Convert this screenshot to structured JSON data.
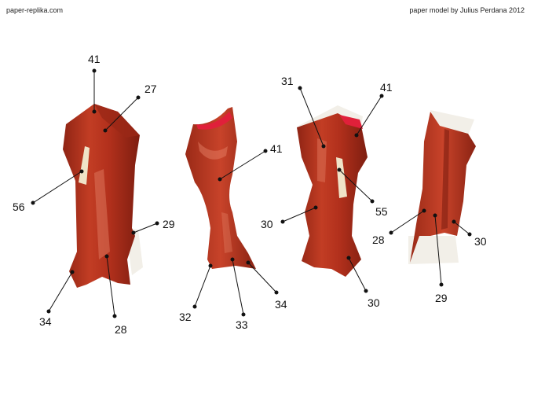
{
  "header": {
    "site": "paper-replika.com",
    "credit": "paper model by Julius Perdana 2012"
  },
  "colors": {
    "piece_main": "#b8321e",
    "piece_dark": "#8a2313",
    "piece_light": "#d9583a",
    "paper_edge": "#f2efe8",
    "cream_strip": "#efe3c8",
    "inner_rim": "#e0203a",
    "leader_line": "#111111"
  },
  "pieces": [
    {
      "name": "piece-1",
      "labels": [
        "41",
        "27",
        "56",
        "29",
        "34",
        "28"
      ]
    },
    {
      "name": "piece-2",
      "labels": [
        "41",
        "32",
        "33",
        "34"
      ]
    },
    {
      "name": "piece-3",
      "labels": [
        "31",
        "41",
        "55",
        "30",
        "30"
      ]
    },
    {
      "name": "piece-4",
      "labels": [
        "28",
        "29",
        "30"
      ]
    }
  ]
}
